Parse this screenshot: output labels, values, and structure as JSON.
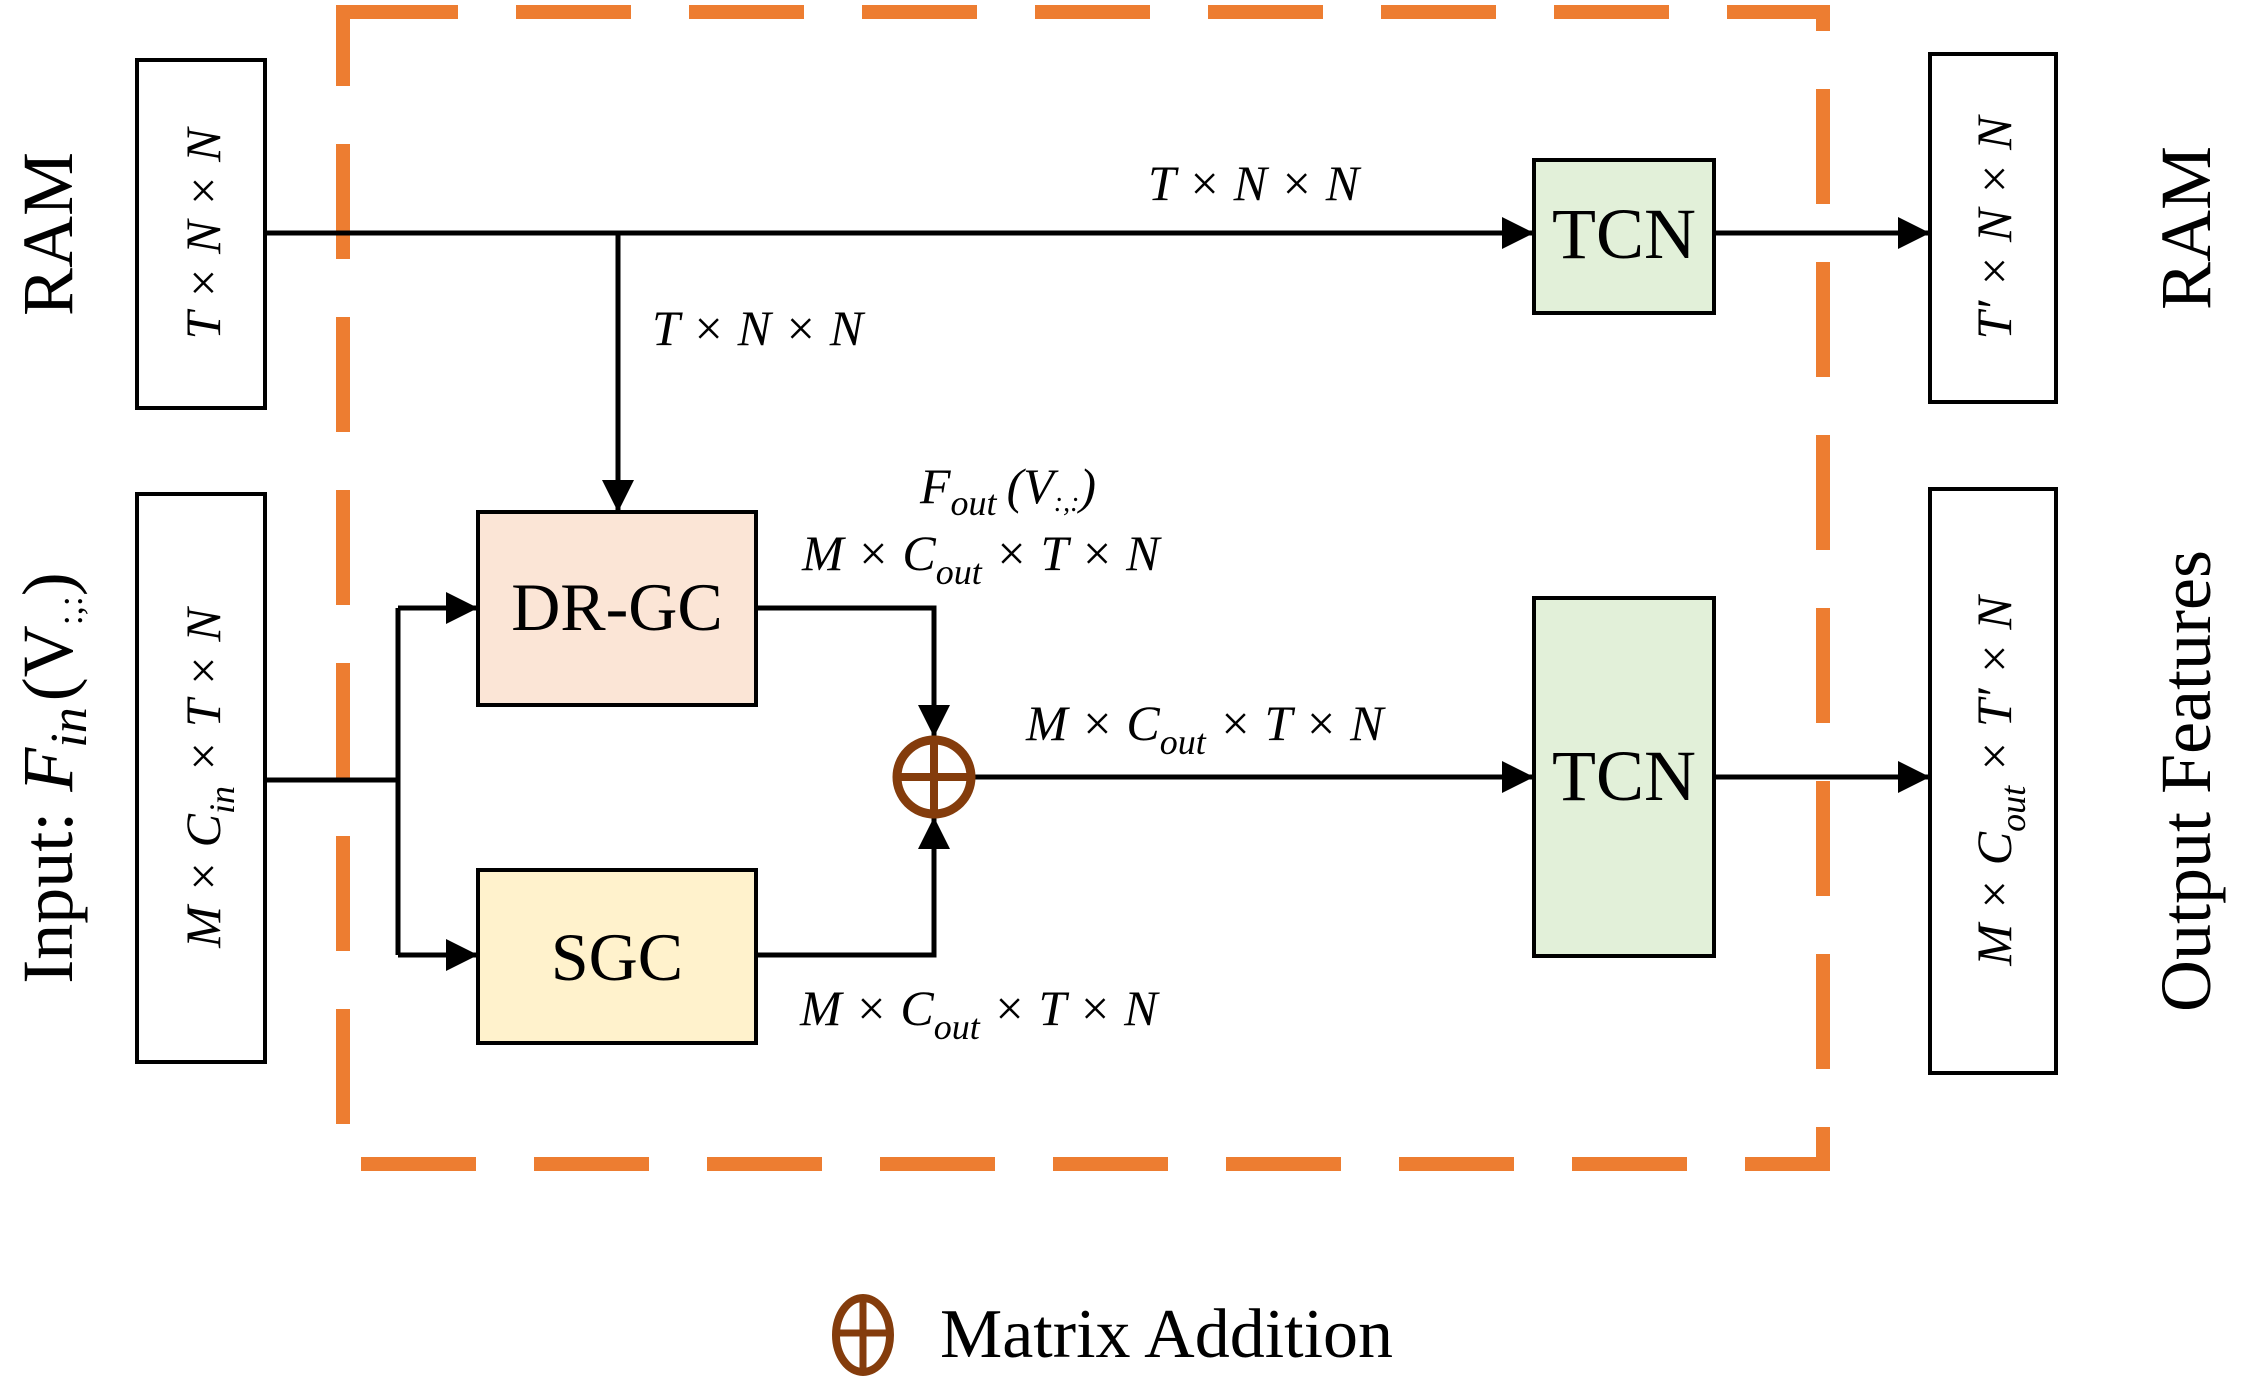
{
  "colors": {
    "dashed_border": "#ED7D31",
    "drgc_fill": "#FBE5D6",
    "sgc_fill": "#FFF2CC",
    "tcn_fill": "#E2F0D9",
    "adder": "#843C0C",
    "line": "#000000"
  },
  "left": {
    "ram_label": "RAM",
    "ram_box": "T × N × N",
    "input_label": "Input:",
    "input_symbol": "F",
    "input_symbol_sub": "in",
    "input_arg": "(V",
    "input_arg_sub": ":,:",
    "input_arg_close": ")",
    "input_box_prefix": "M × C",
    "input_box_sub": "in",
    "input_box_suffix": " × T × N"
  },
  "blocks": {
    "drgc": "DR-GC",
    "sgc": "SGC",
    "tcn_top": "TCN",
    "tcn_bottom": "TCN",
    "adder_icon": "matrix-addition"
  },
  "edge_labels": {
    "top_line": "T × N × N",
    "branch": "T × N × N",
    "fout_symbol": "F",
    "fout_sub": "out",
    "fout_arg": "(V",
    "fout_arg_sub": ":,:",
    "fout_close": ")",
    "drgc_out_prefix": "M × C",
    "drgc_out_sub": "out",
    "drgc_out_suffix": " × T × N",
    "sum_out_prefix": "M × C",
    "sum_out_sub": "out",
    "sum_out_suffix": " × T × N",
    "sgc_out_prefix": "M × C",
    "sgc_out_sub": "out",
    "sgc_out_suffix": " × T × N"
  },
  "right": {
    "ram_label": "RAM",
    "ram_box": "T′ × N × N",
    "output_label": "Output Features",
    "output_box_prefix": "M × C",
    "output_box_sub": "out",
    "output_box_suffix": " × T′ × N"
  },
  "legend": {
    "label": "Matrix Addition",
    "icon": "matrix-addition"
  }
}
